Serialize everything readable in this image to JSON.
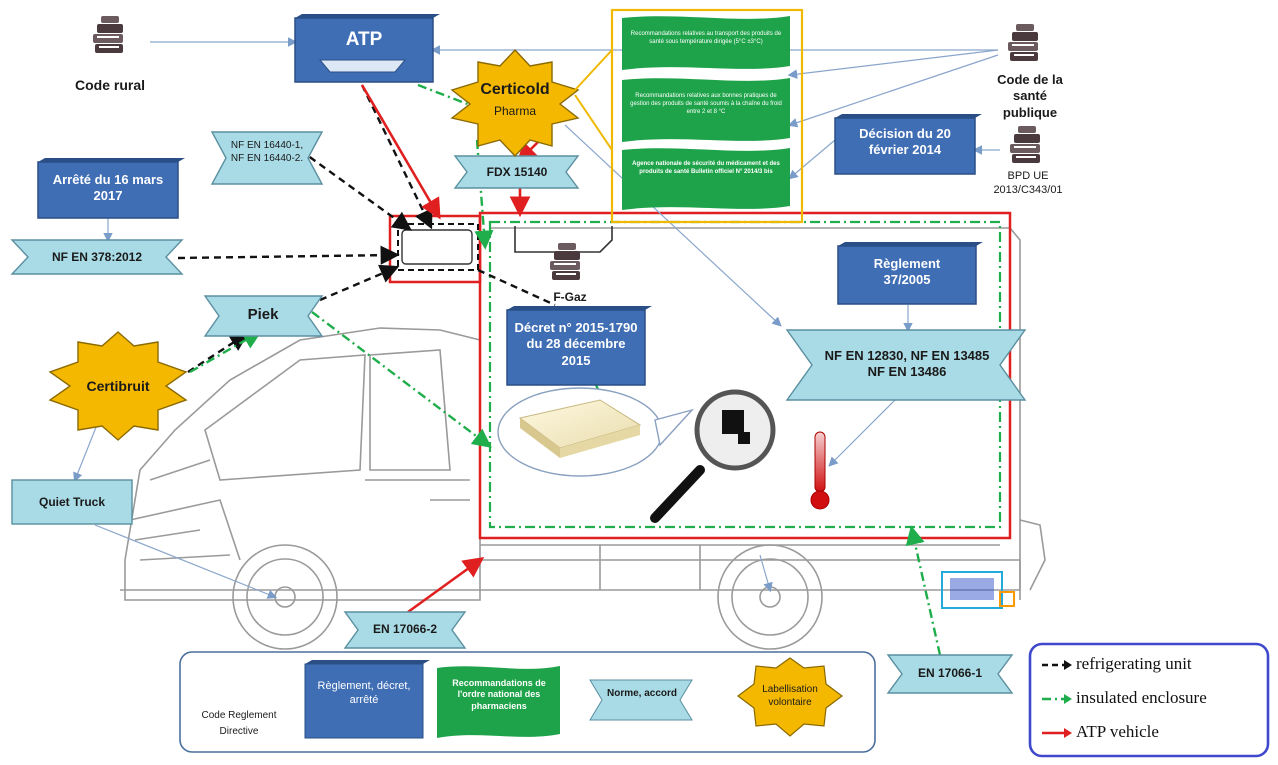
{
  "sources": {
    "code_rural": "Code rural",
    "code_sante": "Code de la santé publique",
    "bpd_ue": "BPD UE 2013/C343/01",
    "f_gaz": "F-Gaz"
  },
  "regulations": {
    "atp": "ATP",
    "arrete": "Arrêté du 16 mars 2017",
    "decision": "Décision du 20 février 2014",
    "reglement": "Règlement 37/2005",
    "decret": "Décret n° 2015-1790 du 28 décembre 2015"
  },
  "labels": {
    "certicold_title": "Certicold",
    "certicold_sub": "Pharma",
    "certibruit": "Certibruit"
  },
  "norms": {
    "nf16440": "NF EN 16440-1, NF EN 16440-2.",
    "fdx": "FDX 15140",
    "nf378": "NF EN 378:2012",
    "piek": "Piek",
    "nf12830": "NF EN 12830, NF EN 13485 NF EN 13486",
    "quiet": "Quiet Truck",
    "en2": "EN 17066-2",
    "en1": "EN 17066-1"
  },
  "recommendations": [
    "Recommandations relatives au transport des produits de santé sous température dirigée (5°C ±3°C)",
    "Recommandations relatives aux bonnes pratiques de gestion des produits de santé soumis à la chaîne du froid entre 2 et 8 °C",
    "Agence nationale de sécurité du médicament et des produits de santé Bulletin officiel N° 2014/3 bis"
  ],
  "key": {
    "code_label": "Code Reglement Directive",
    "reglement_label": "Règlement, décret, arrêté",
    "reco_label": "Recommandations de l'ordre national des pharmaciens",
    "norme_label": "Norme, accord",
    "label_label": "Labellisation volontaire"
  },
  "legend": {
    "items": [
      {
        "label": "refrigerating unit",
        "color": "#111111",
        "style": "dashed"
      },
      {
        "label": "insulated enclosure",
        "color": "#1fae4b",
        "style": "dash-dot"
      },
      {
        "label": "ATP vehicle",
        "color": "#e02020",
        "style": "solid"
      }
    ]
  },
  "colors": {
    "reg_blue": "#3f6eb4",
    "norm_blue": "#a9dbe6",
    "reco_green": "#1fa34a",
    "label_orange": "#f5b800",
    "atp_red": "#e02020",
    "legend_border": "#3f48cc"
  }
}
